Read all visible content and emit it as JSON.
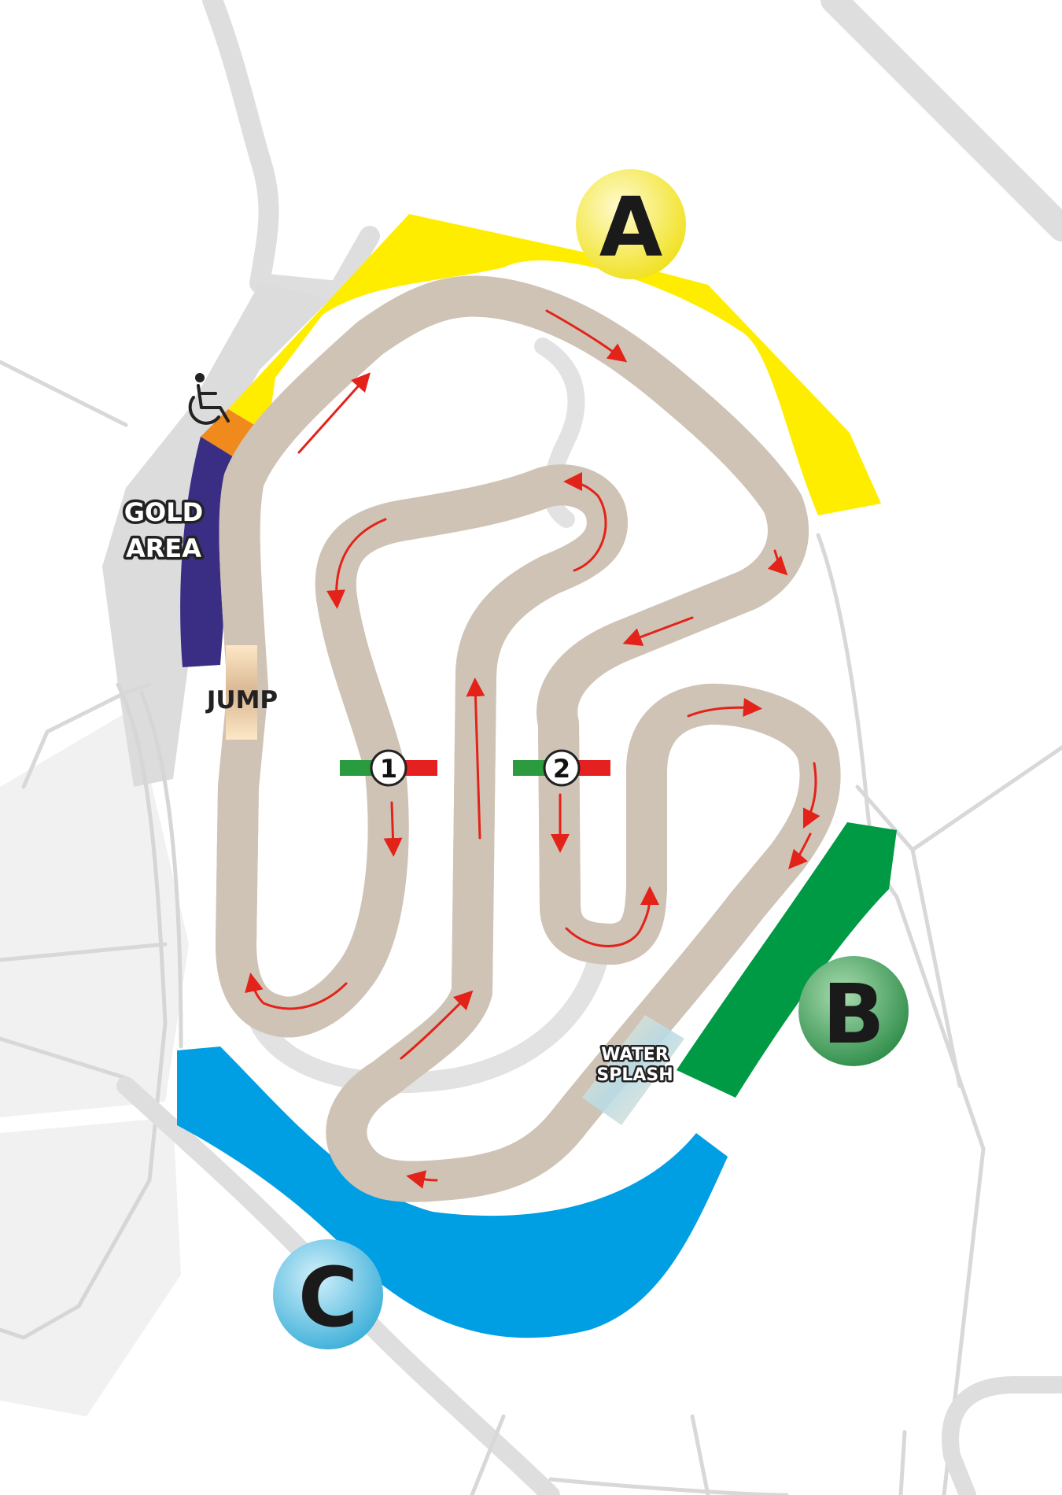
{
  "labels": {
    "gold_area_line1": "GOLD",
    "gold_area_line2": "AREA",
    "jump": "JUMP",
    "water_splash_line1": "WATER",
    "water_splash_line2": "SPLASH"
  },
  "zones": [
    {
      "id": "A",
      "letter": "A",
      "fill": "#ffed00",
      "badge": "#f2e52a"
    },
    {
      "id": "B",
      "letter": "B",
      "fill": "#009a44",
      "badge": "#3a9a55"
    },
    {
      "id": "C",
      "letter": "C",
      "fill": "#009fe3",
      "badge": "#4bb8df"
    }
  ],
  "sections": {
    "gold_area_color": "#3a2e84",
    "accessible_color": "#f08a1c"
  },
  "timing_points": [
    {
      "number": "1",
      "start_color": "#2a9b3f",
      "end_color": "#e52020"
    },
    {
      "number": "2",
      "start_color": "#2a9b3f",
      "end_color": "#e52020"
    }
  ],
  "icons": {
    "accessible": "wheelchair-icon",
    "direction": "direction-arrow-icon"
  },
  "colors": {
    "track": "#fde7c6",
    "track_edge": "#d9cbbb",
    "arrow": "#e32219",
    "road": "#dddddd",
    "road_thin": "#d6d6d6"
  }
}
